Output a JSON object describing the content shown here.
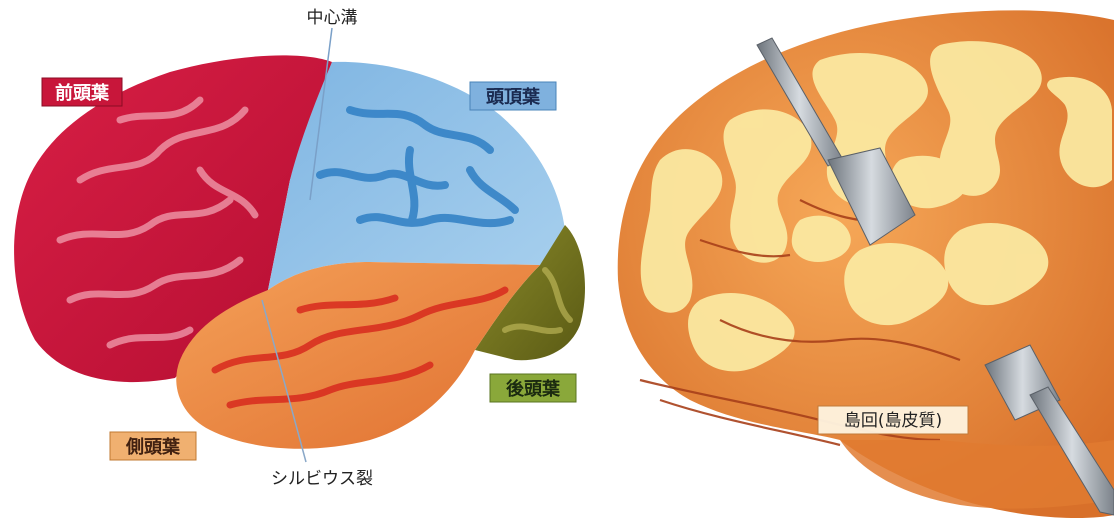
{
  "left_figure": {
    "labels": {
      "frontal": "前頭葉",
      "parietal": "頭頂葉",
      "occipital": "後頭葉",
      "temporal": "側頭葉",
      "central_sulcus": "中心溝",
      "sylvian_fissure": "シルビウス裂"
    },
    "colors": {
      "frontal": "#c8163a",
      "parietal": "#6aa6d6",
      "occipital": "#6a6a1a",
      "temporal": "#e8803a",
      "frontal_label_bg": "#c8163a",
      "parietal_label_bg": "#7fb1de",
      "occipital_label_bg": "#8aa83a",
      "temporal_label_bg": "#f0b070"
    }
  },
  "right_figure": {
    "labels": {
      "insula": "島回(島皮質)"
    },
    "colors": {
      "cortex": "#e88a35",
      "gyri_highlight": "#fbe8a0",
      "retractor": "#9aa3ad"
    }
  }
}
